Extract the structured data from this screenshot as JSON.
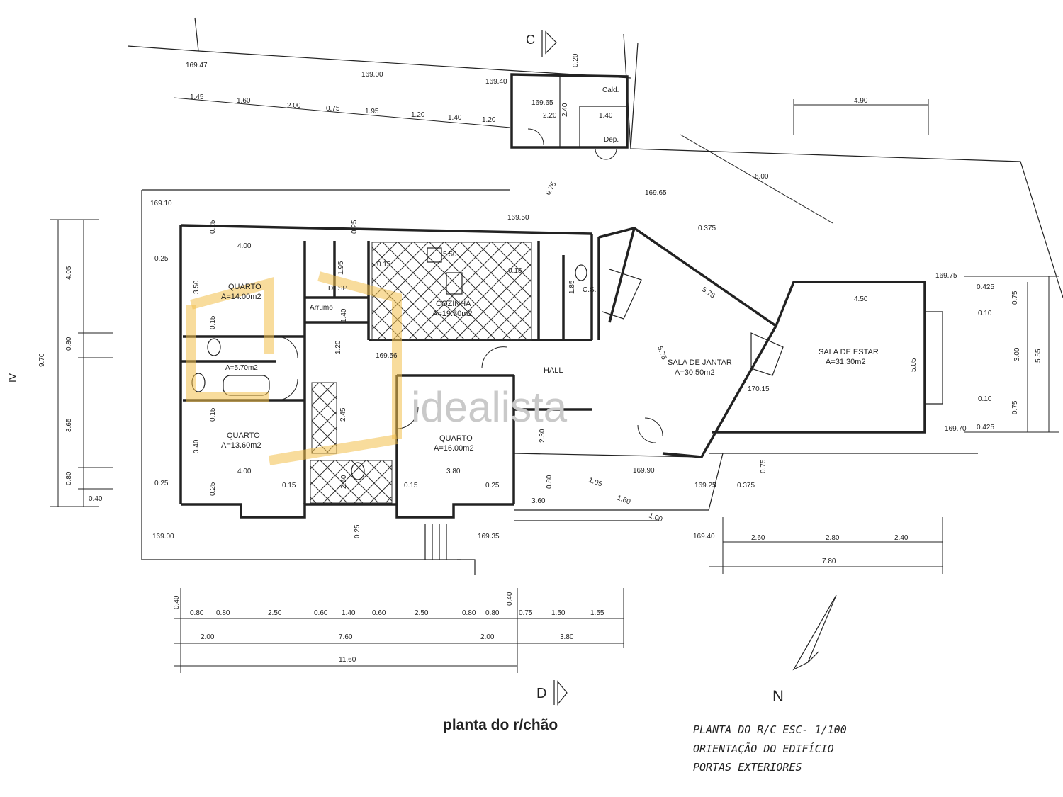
{
  "title": "planta do r/chão",
  "handwritten": {
    "line1": "PLANTA DO R/C     ESC- 1/100",
    "line2": "ORIENTAÇÃO DO EDIFÍCIO",
    "line3": "PORTAS EXTERIORES"
  },
  "watermark": "idealista",
  "section_markers": {
    "top": "C",
    "bottom": "D",
    "left": "IV"
  },
  "north_label": "N",
  "rooms": {
    "quarto1": {
      "name": "QUARTO",
      "area": "A=14.00m2"
    },
    "quarto2": {
      "name": "QUARTO",
      "area": "A=13.60m2"
    },
    "quarto3": {
      "name": "QUARTO",
      "area": "A=16.00m2"
    },
    "cozinha": {
      "name": "COZINHA",
      "area": "A=19.30m2"
    },
    "sala_jantar": {
      "name": "SALA DE JANTAR",
      "area": "A=30.50m2"
    },
    "sala_estar": {
      "name": "SALA DE ESTAR",
      "area": "A=31.30m2"
    },
    "hall": {
      "name": "HALL"
    },
    "wc": {
      "area": "A=5.70m2"
    },
    "arrumo": {
      "name": "Arrumo"
    },
    "desp": {
      "name": "DESP"
    },
    "cald": {
      "name": "Cald."
    },
    "dep": {
      "name": "Dep."
    },
    "cs": {
      "name": "C.S."
    }
  },
  "levels": {
    "a": "169.47",
    "b": "169.00",
    "c": "169.40",
    "d": "169.65",
    "e": "169.10",
    "f": "169.50",
    "g": "169.65",
    "h": "169.56",
    "i": "170.15",
    "j": "169.90",
    "k": "169.35",
    "l": "169.00",
    "m": "169.40",
    "n": "169.75",
    "o": "169.70",
    "p": "169.25"
  },
  "dims": {
    "top_row": [
      "1.45",
      "1.60",
      "2.00",
      "0.75",
      "1.95",
      "1.20",
      "1.40",
      "1.20"
    ],
    "top_right": "4.90",
    "diag_6": "6.00",
    "bottom_row": [
      "0.40",
      "0.80",
      "0.80",
      "2.50",
      "0.60",
      "1.40",
      "0.60",
      "2.50",
      "0.80",
      "0.80",
      "0.40",
      "0.75",
      "1.50",
      "1.55"
    ],
    "bottom_row2": [
      "2.00",
      "7.60",
      "2.00",
      "3.80"
    ],
    "bottom_total": "11.60",
    "left_total": "9.70",
    "left_parts": [
      "4.05",
      "0.80",
      "3.65",
      "0.80",
      "0.40"
    ],
    "right_parts": [
      "0.425",
      "0.75",
      "0.10",
      "3.00",
      "0.10",
      "0.75",
      "0.425"
    ],
    "right_total": "5.55",
    "right_bottom": [
      "2.60",
      "2.80",
      "2.40"
    ],
    "right_bottom_total": "7.80",
    "interior": {
      "q1w": "4.00",
      "q1h": "3.50",
      "q2w": "4.00",
      "q2h": "3.40",
      "q3w": "3.80",
      "coz": "5.50",
      "sj": "5.75",
      "sj2": "5.75",
      "se_w": "4.50",
      "se_h": "5.05",
      "hall_w": "2.30",
      "ent1": "1.05",
      "ent2": "1.60",
      "ent3": "1.00",
      "v025": "0.25",
      "v015": "0.15",
      "v120": "1.20",
      "v140": "1.40",
      "v195": "1.95",
      "v240": "2.40",
      "v220": "2.20",
      "v140b": "1.40",
      "v020": "0.20",
      "v0375": "0.375",
      "v075": "0.75",
      "v1601": "1.60",
      "v360": "3.60",
      "v080": "0.80",
      "v245": "2.45",
      "v250": "2.50",
      "v185": "1.85"
    }
  }
}
